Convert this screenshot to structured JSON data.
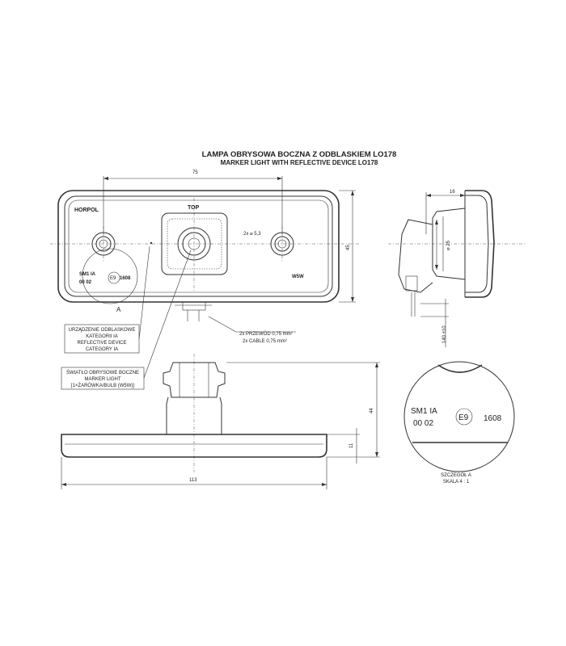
{
  "title": {
    "line1": "LAMPA OBRYSOWA BOCZNA Z ODBLASKIEM LO178",
    "line2": "MARKER LIGHT WITH REFLECTIVE DEVICE LO178"
  },
  "front_view": {
    "brand": "HORPOL",
    "top_label": "TOP",
    "hole_label": "2x ⌀ 5,3",
    "wsw_label": "W5W",
    "marking": {
      "line1": "SM1 IA",
      "line2": "00  02",
      "emark": "E9",
      "code": "1608"
    },
    "detail_ref": "A",
    "dim_width": "75",
    "dim_height": "45"
  },
  "side_view": {
    "dim_depth": "16",
    "dim_diameter": "⌀ 25",
    "dim_cable": "140 ±10"
  },
  "bottom_view": {
    "dim_total_width": "113",
    "dim_total_height": "44",
    "dim_base_height": "11"
  },
  "callouts": {
    "wire": {
      "line1": "2x PRZEWÓD 0,75 mm²",
      "line2": "2x CABLE 0,75 mm²"
    },
    "reflector": {
      "line1": "URZĄDZENIE ODBLASKOWE",
      "line2": "KATEGORII IA",
      "line3": "REFLECTIVE DEVICE",
      "line4": "CATEGORY IA"
    },
    "marker": {
      "line1": "ŚWIATŁO OBRYSOWE BOCZNE",
      "line2": "MARKER LIGHT",
      "line3": "[1×ŻARÓWKA/BULB (W5W)]"
    }
  },
  "detail": {
    "line1": "SM1  IA",
    "line2": "00   02",
    "emark": "E9",
    "code": "1608",
    "caption1": "SZCZEGÓŁ A",
    "caption2": "SKALA 4 : 1"
  }
}
